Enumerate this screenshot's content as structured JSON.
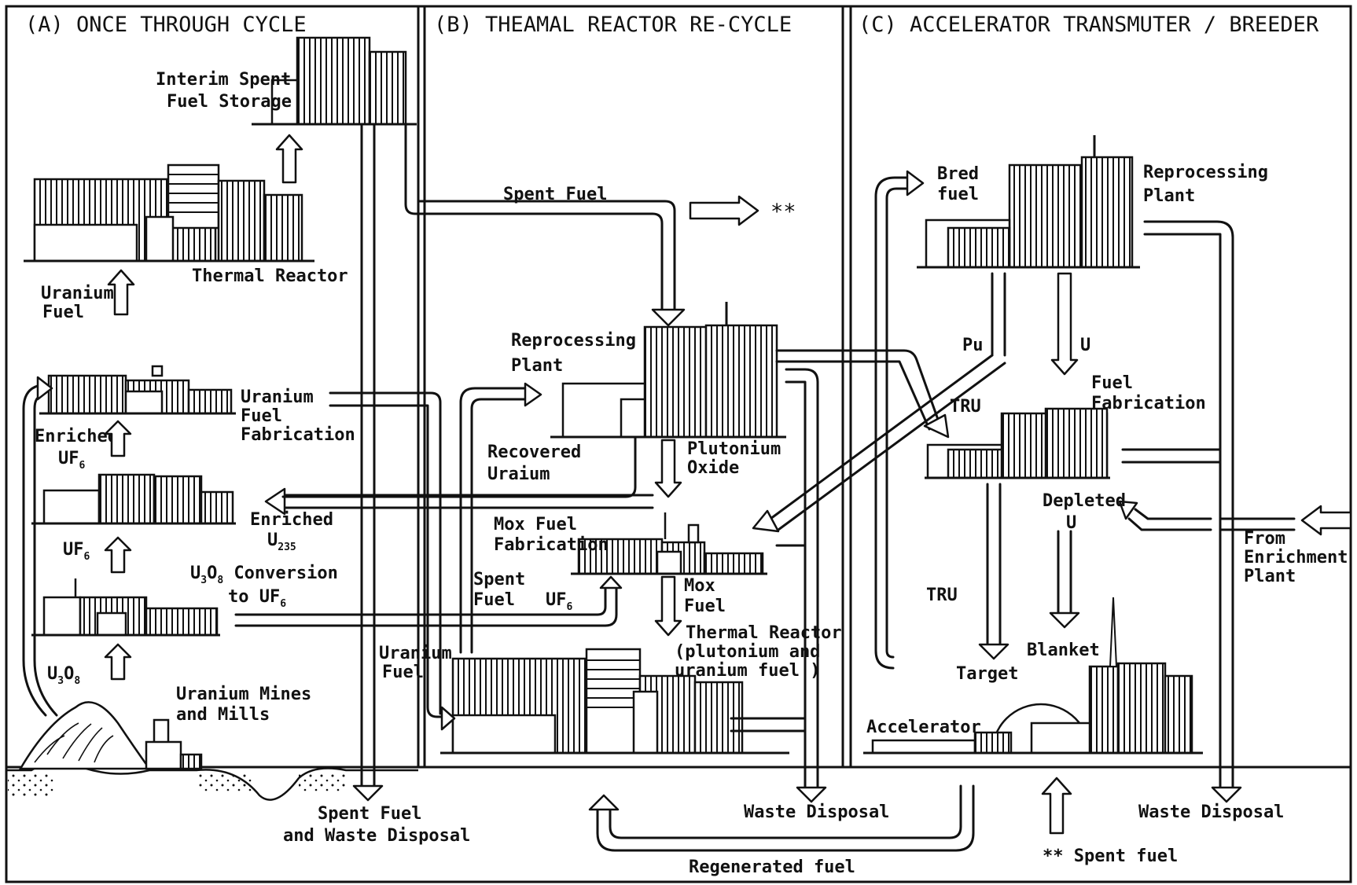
{
  "panels": {
    "a": {
      "title": "(A) ONCE THROUGH CYCLE"
    },
    "b": {
      "title": "(B) THEAMAL REACTOR RE-CYCLE"
    },
    "c": {
      "title": "(C) ACCELERATOR TRANSMUTER / BREEDER"
    }
  },
  "panel_a": {
    "interim_storage": [
      "Interim Spent",
      "Fuel Storage"
    ],
    "thermal_reactor": "Thermal Reactor",
    "uranium_fuel": [
      "Uranium",
      "Fuel"
    ],
    "fuel_fabrication": [
      "Uranium",
      "Fuel",
      "Fabrication"
    ],
    "enriched_uf6": [
      "Enriched",
      "UF",
      "6"
    ],
    "enriched_u235": [
      "Enriched",
      "U",
      "235"
    ],
    "uf6": [
      "UF",
      "6"
    ],
    "conversion": [
      "U",
      "3",
      "O",
      "8",
      " Conversion",
      "to UF",
      "6"
    ],
    "u3o8": [
      "U",
      "3",
      "O",
      "8"
    ],
    "mines": [
      "Uranium Mines",
      "and Mills"
    ],
    "spent_disposal": [
      "Spent Fuel",
      "and Waste Disposal"
    ]
  },
  "panel_b": {
    "spent_fuel": "Spent Fuel",
    "asterisks": "**",
    "reprocessing": [
      "Reprocessing",
      "Plant"
    ],
    "recovered": [
      "Recovered",
      "Uraium"
    ],
    "plutonium_oxide": [
      "Plutonium",
      "Oxide"
    ],
    "mox_fabrication": [
      "Mox Fuel",
      "Fabrication"
    ],
    "spent_fuel_2": [
      "Spent",
      "Fuel"
    ],
    "uf6": [
      "UF",
      "6"
    ],
    "mox_fuel": [
      "Mox",
      "Fuel"
    ],
    "uranium_fuel": [
      "Uranium",
      "Fuel"
    ],
    "thermal_reactor": [
      "Thermal Reactor",
      "(plutonium and",
      "uranium fuel )"
    ],
    "waste_disposal": "Waste Disposal",
    "regenerated": "Regenerated  fuel"
  },
  "panel_c": {
    "bred_fuel": [
      "Bred",
      "fuel"
    ],
    "reprocessing": [
      "Reprocessing",
      "Plant"
    ],
    "pu": "Pu",
    "u": "U",
    "tru_upper": "TRU",
    "fuel_fabrication": [
      "Fuel",
      "Fabrication"
    ],
    "depleted": [
      "Depleted",
      "U"
    ],
    "from_enrichment": [
      "From",
      "Enrichment",
      "Plant"
    ],
    "tru_lower": "TRU",
    "blanket": "Blanket",
    "target": "Target",
    "accelerator": "Accelerator",
    "waste_disposal": "Waste  Disposal",
    "spent_fuel": "** Spent fuel"
  }
}
